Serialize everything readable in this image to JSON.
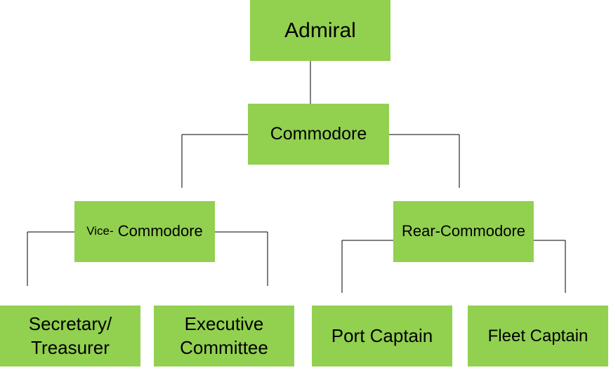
{
  "nodes": {
    "admiral": "Admiral",
    "commodore": "Commodore",
    "vice_commodore": {
      "prefix": "Vice-",
      "suffix": "Commodore"
    },
    "rear_commodore": "Rear-Commodore",
    "secretary_treasurer": "Secretary/\nTreasurer",
    "executive_committee": "Executive\nCommittee",
    "port_captain": "Port Captain",
    "fleet_captain": "Fleet Captain"
  },
  "colors": {
    "box_fill": "#92d050",
    "connector": "#000000"
  }
}
